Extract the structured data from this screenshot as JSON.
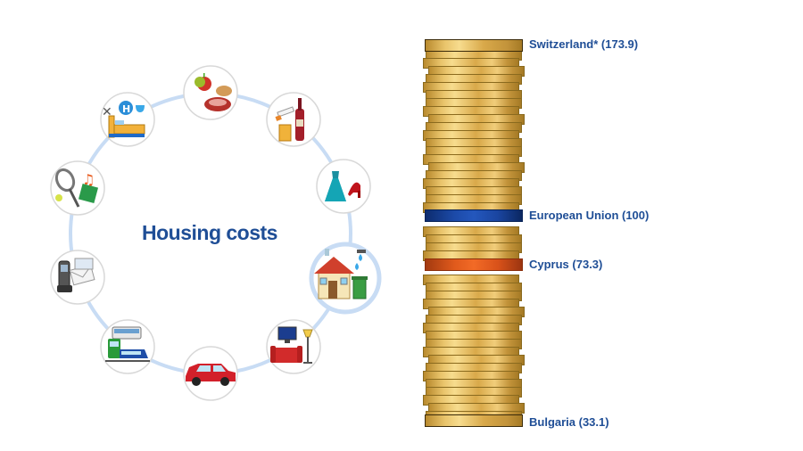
{
  "center_title": "Housing costs",
  "categories": [
    {
      "id": "food",
      "icon": "food-icon"
    },
    {
      "id": "alcohol",
      "icon": "alcohol-tobacco-icon"
    },
    {
      "id": "clothing",
      "icon": "clothing-icon"
    },
    {
      "id": "housing",
      "icon": "housing-icon",
      "selected": true
    },
    {
      "id": "furnishings",
      "icon": "furnishings-icon"
    },
    {
      "id": "car",
      "icon": "car-icon"
    },
    {
      "id": "transport",
      "icon": "transport-icon"
    },
    {
      "id": "communication",
      "icon": "communication-icon"
    },
    {
      "id": "recreation",
      "icon": "recreation-icon"
    },
    {
      "id": "hotels",
      "icon": "hotels-restaurants-icon"
    }
  ],
  "stack_labels": {
    "top": "Switzerland* (173.9)",
    "eu": "European Union (100)",
    "highlight": "Cyprus (73.3)",
    "bottom": "Bulgaria (33.1)"
  },
  "colors": {
    "ring": "#c8dcf4",
    "selected_ring": "#c8dcf4",
    "title": "#1f4e96",
    "eu_coin": "#1c4aa8",
    "highlight_coin": "#e05a1c",
    "coin_gold": "#e9c46b"
  }
}
